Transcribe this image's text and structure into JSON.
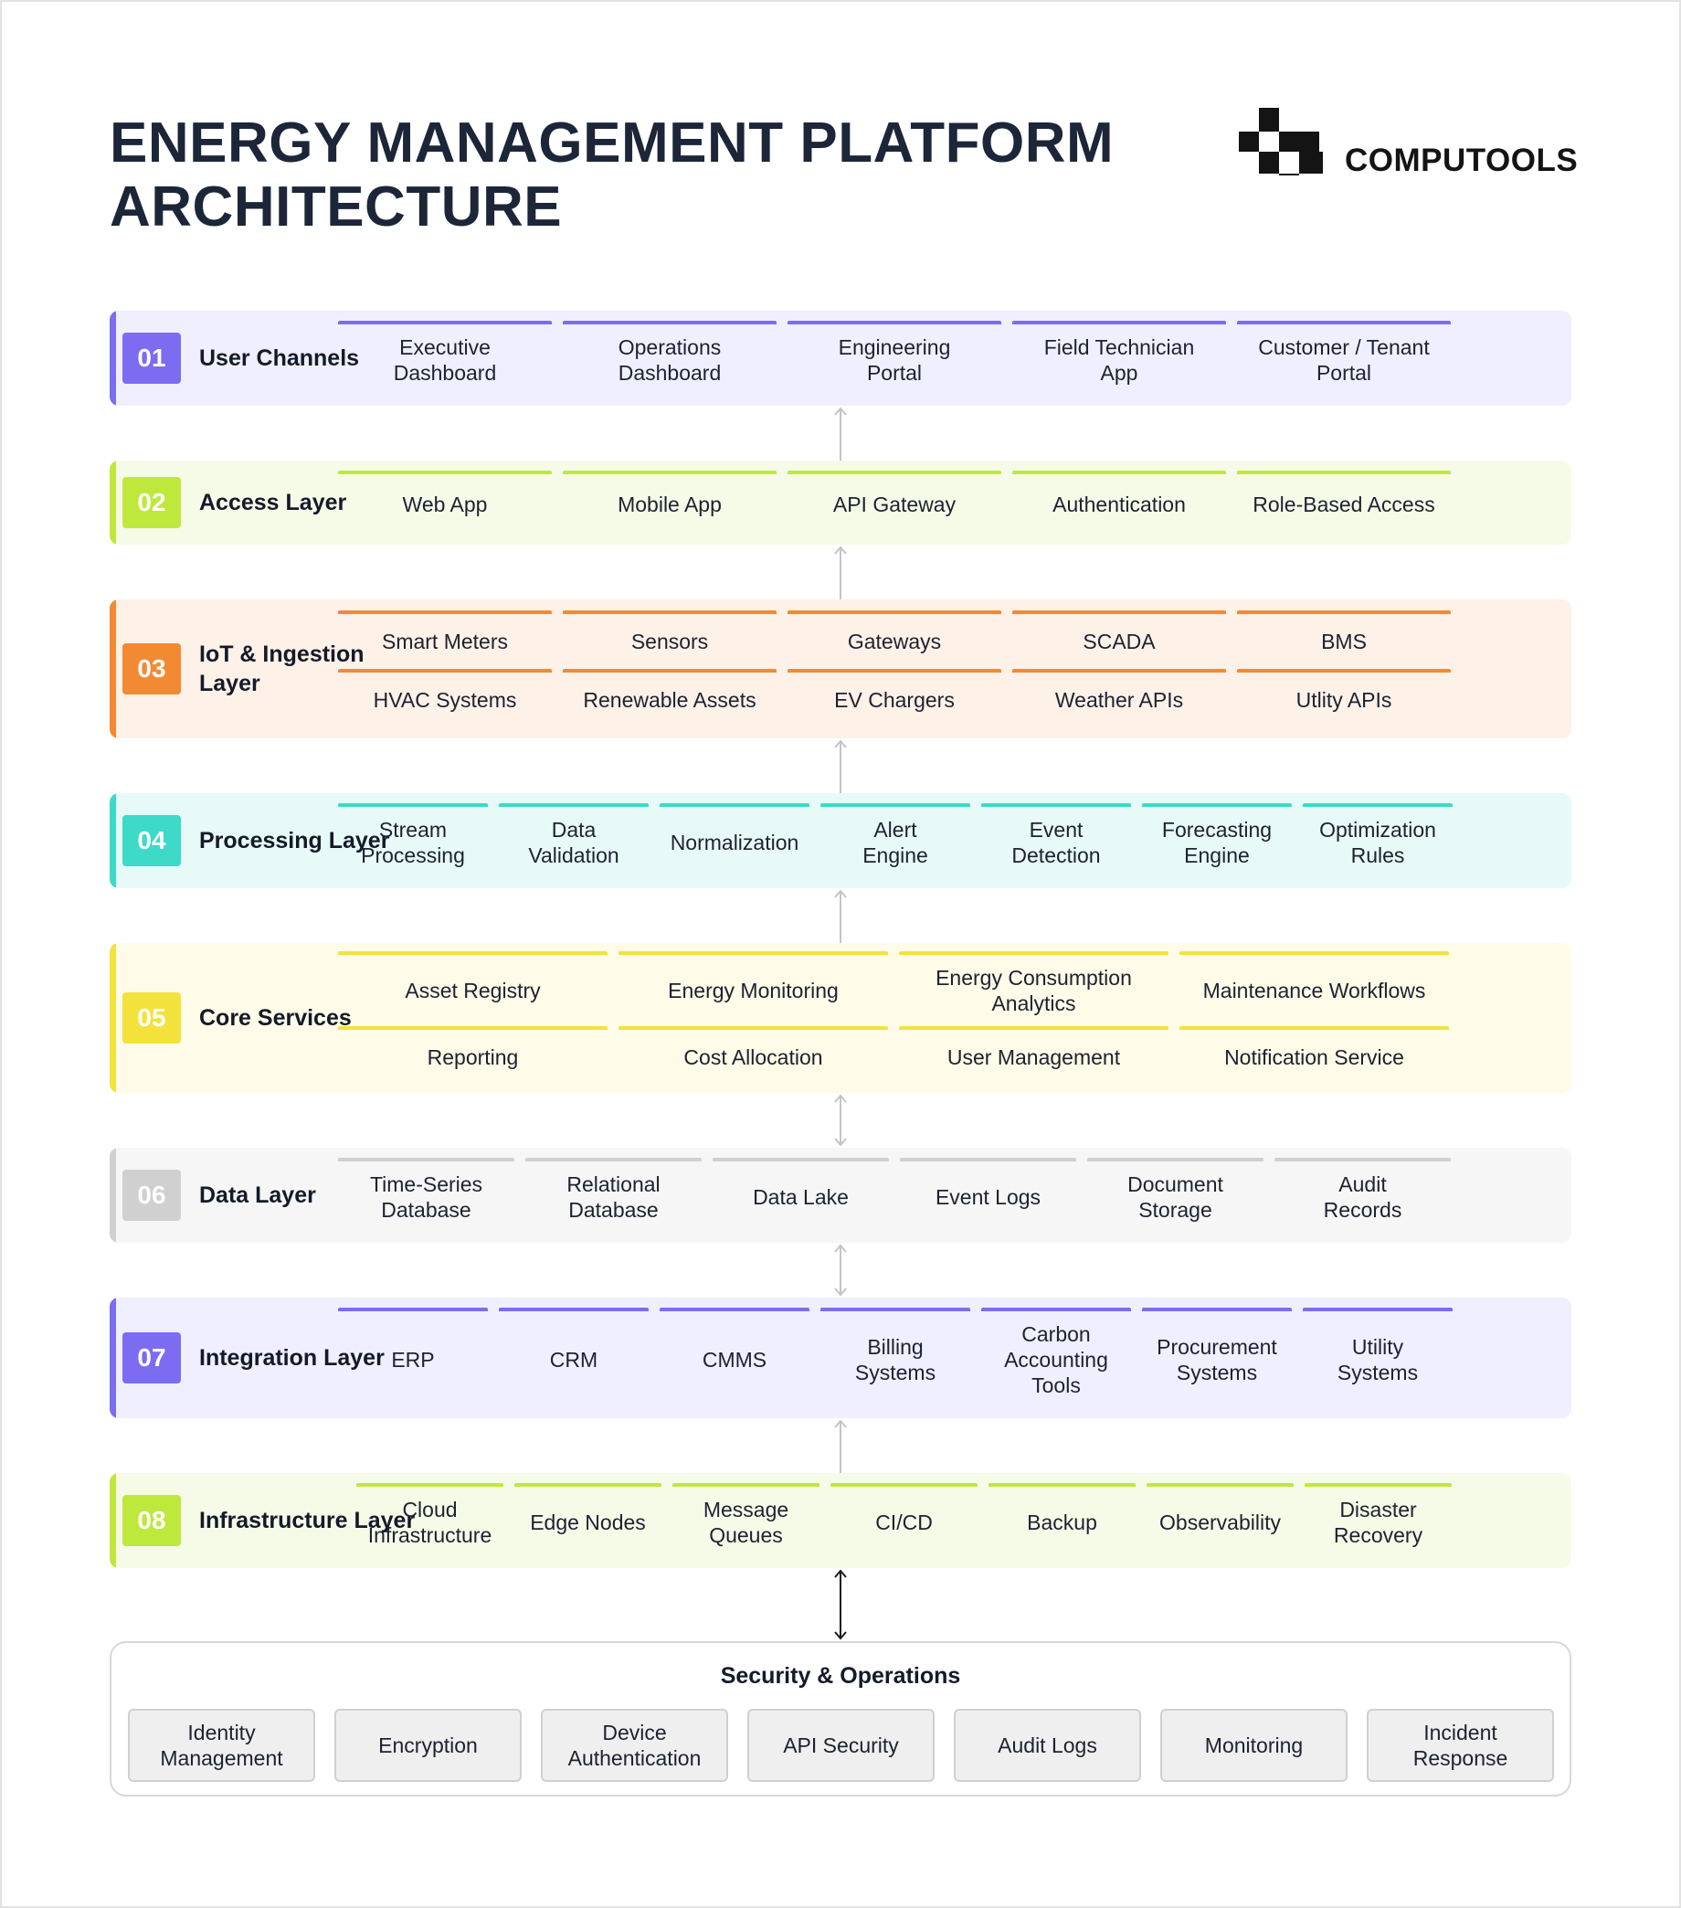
{
  "title": {
    "line1": "ENERGY MANAGEMENT PLATFORM",
    "line2": "ARCHITECTURE"
  },
  "logo": {
    "text": "COMPUTOOLS",
    "icon": "computools-logo-icon"
  },
  "colors": {
    "title": "#1c2638",
    "l01": "#7c6cf2",
    "l01_bg": "#f0efff",
    "l02": "#bfe83c",
    "l02_bg": "#f6fbe8",
    "l03": "#f28a33",
    "l03_bg": "#fdf1e8",
    "l04": "#3ddac8",
    "l04_bg": "#e8faf8",
    "l05": "#f3e23c",
    "l05_bg": "#fefbe8",
    "l06": "#d0d0d0",
    "l06_bg": "#f6f6f6",
    "l07": "#7c6cf2",
    "l07_bg": "#f0efff",
    "l08": "#bfe83c",
    "l08_bg": "#f6fbe8"
  },
  "layers": [
    {
      "number": "01",
      "name": "User Channels",
      "items": [
        "Executive\nDashboard",
        "Operations\nDashboard",
        "Engineering\nPortal",
        "Field Technician\nApp",
        "Customer / Tenant\nPortal"
      ]
    },
    {
      "number": "02",
      "name": "Access Layer",
      "items": [
        "Web App",
        "Mobile App",
        "API Gateway",
        "Authentication",
        "Role-Based Access"
      ]
    },
    {
      "number": "03",
      "name": "IoT & Ingestion\nLayer",
      "items": [
        "Smart Meters",
        "Sensors",
        "Gateways",
        "SCADA",
        "BMS",
        "HVAC Systems",
        "Renewable Assets",
        "EV Chargers",
        "Weather APIs",
        "Utlity APIs"
      ]
    },
    {
      "number": "04",
      "name": "Processing Layer",
      "items": [
        "Stream\nProcessing",
        "Data\nValidation",
        "Normalization",
        "Alert\nEngine",
        "Event\nDetection",
        "Forecasting\nEngine",
        "Optimization\nRules"
      ]
    },
    {
      "number": "05",
      "name": "Core Services",
      "items": [
        "Asset Registry",
        "Energy Monitoring",
        "Energy Consumption\nAnalytics",
        "Maintenance Workflows",
        "Reporting",
        "Cost Allocation",
        "User Management",
        "Notification Service"
      ]
    },
    {
      "number": "06",
      "name": "Data Layer",
      "items": [
        "Time-Series\nDatabase",
        "Relational\nDatabase",
        "Data Lake",
        "Event Logs",
        "Document\nStorage",
        "Audit\nRecords"
      ]
    },
    {
      "number": "07",
      "name": "Integration Layer",
      "items": [
        "ERP",
        "CRM",
        "CMMS",
        "Billing\nSystems",
        "Carbon\nAccounting\nTools",
        "Procurement\nSystems",
        "Utility\nSystems"
      ]
    },
    {
      "number": "08",
      "name": "Infrastructure Layer",
      "items": [
        "Cloud\nInfrastructure",
        "Edge Nodes",
        "Message\nQueues",
        "CI/CD",
        "Backup",
        "Observability",
        "Disaster\nRecovery"
      ]
    }
  ],
  "security": {
    "title": "Security & Operations",
    "items": [
      "Identity\nManagement",
      "Encryption",
      "Device\nAuthentication",
      "API Security",
      "Audit Logs",
      "Monitoring",
      "Incident\nResponse"
    ]
  }
}
